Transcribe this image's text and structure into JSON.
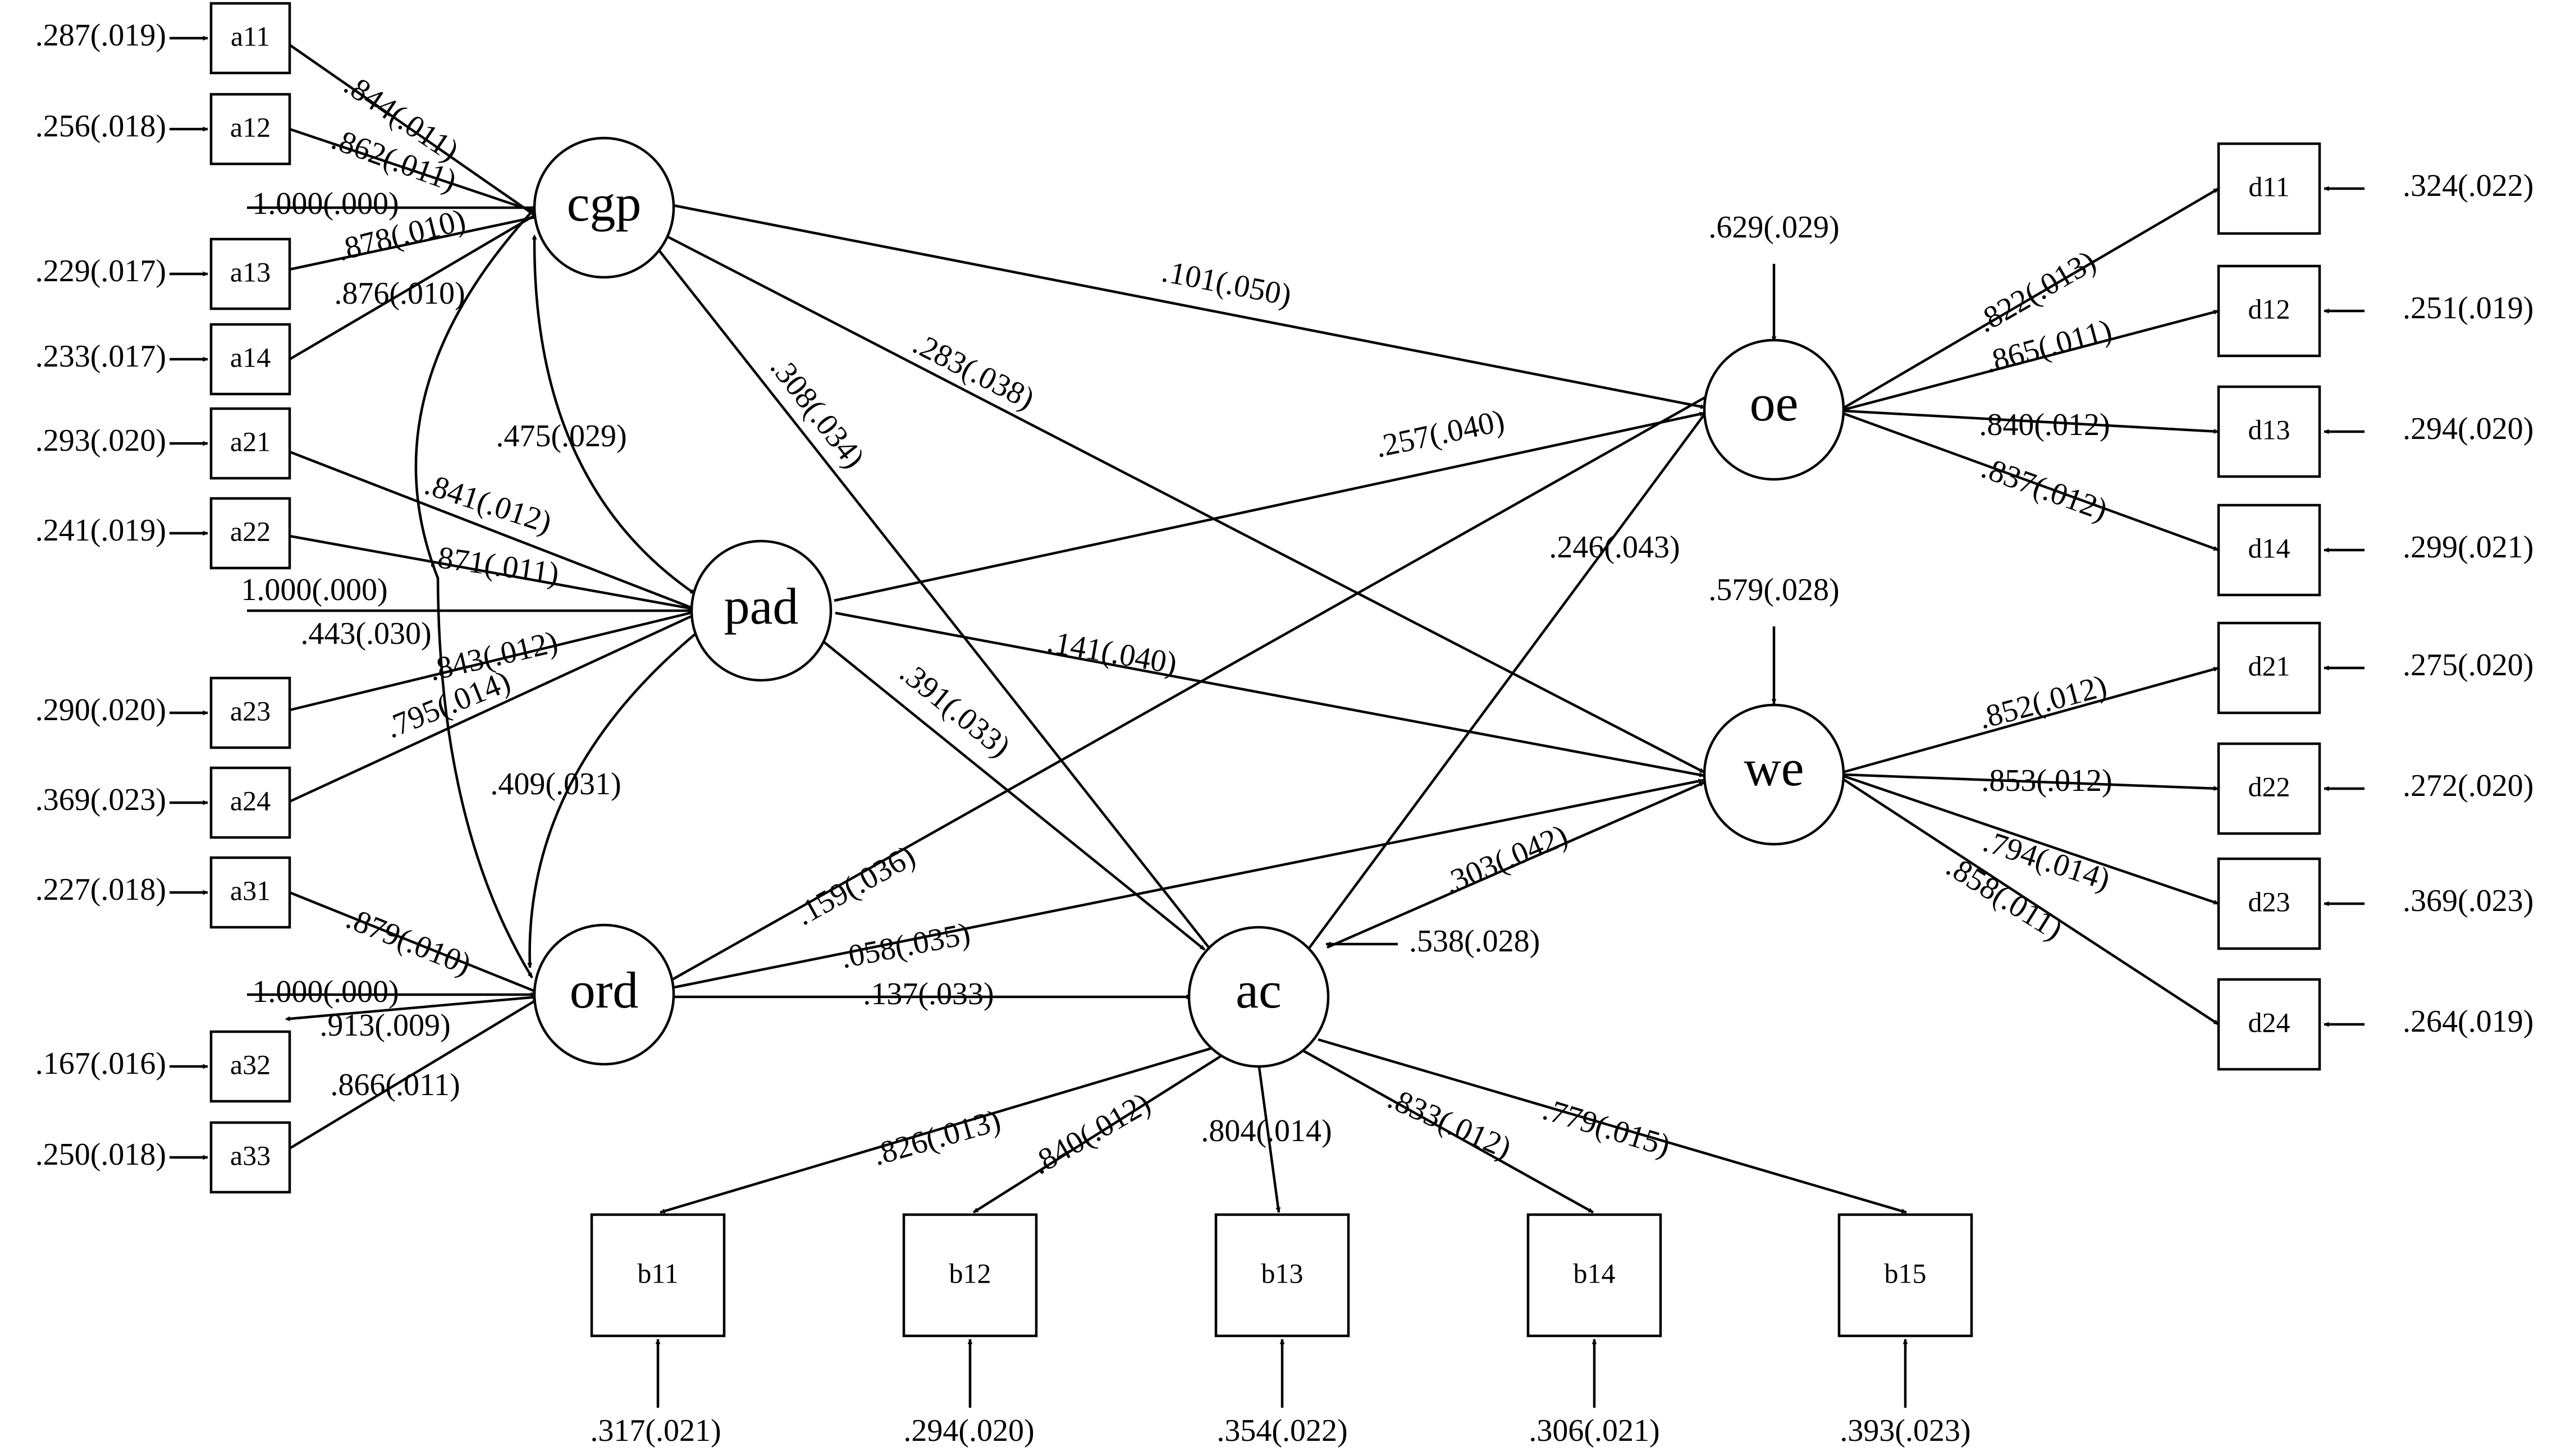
{
  "latent": {
    "cgp": "cgp",
    "pad": "pad",
    "ord": "ord",
    "oe": "oe",
    "we": "we",
    "ac": "ac"
  },
  "indicators": {
    "a11": {
      "name": "a11",
      "loading": ".844(.011)",
      "error": ".287(.019)"
    },
    "a12": {
      "name": "a12",
      "loading": ".862(.011)",
      "error": ".256(.018)"
    },
    "a13": {
      "name": "a13",
      "loading": ".878(.010)",
      "error": ".229(.017)"
    },
    "a14": {
      "name": "a14",
      "loading": ".876(.010)",
      "error": ".233(.017)"
    },
    "a21": {
      "name": "a21",
      "loading": ".841(.012)",
      "error": ".293(.020)"
    },
    "a22": {
      "name": "a22",
      "loading": ".871(.011)",
      "error": ".241(.019)"
    },
    "a23": {
      "name": "a23",
      "loading": ".843(.012)",
      "error": ".290(.020)"
    },
    "a24": {
      "name": "a24",
      "loading": ".795(.014)",
      "error": ".369(.023)"
    },
    "a31": {
      "name": "a31",
      "loading": ".879(.010)",
      "error": ".227(.018)"
    },
    "a32": {
      "name": "a32",
      "loading": ".913(.009)",
      "error": ".167(.016)"
    },
    "a33": {
      "name": "a33",
      "loading": ".866(.011)",
      "error": ".250(.018)"
    },
    "b11": {
      "name": "b11",
      "loading": ".826(.013)",
      "error": ".317(.021)"
    },
    "b12": {
      "name": "b12",
      "loading": ".840(.012)",
      "error": ".294(.020)"
    },
    "b13": {
      "name": "b13",
      "loading": ".804(.014)",
      "error": ".354(.022)"
    },
    "b14": {
      "name": "b14",
      "loading": ".833(.012)",
      "error": ".306(.021)"
    },
    "b15": {
      "name": "b15",
      "loading": ".779(.015)",
      "error": ".393(.023)"
    },
    "d11": {
      "name": "d11",
      "loading": ".822(.013)",
      "error": ".324(.022)"
    },
    "d12": {
      "name": "d12",
      "loading": ".865(.011)",
      "error": ".251(.019)"
    },
    "d13": {
      "name": "d13",
      "loading": ".840(.012)",
      "error": ".294(.020)"
    },
    "d14": {
      "name": "d14",
      "loading": ".837(.012)",
      "error": ".299(.021)"
    },
    "d21": {
      "name": "d21",
      "loading": ".852(.012)",
      "error": ".275(.020)"
    },
    "d22": {
      "name": "d22",
      "loading": ".853(.012)",
      "error": ".272(.020)"
    },
    "d23": {
      "name": "d23",
      "loading": ".794(.014)",
      "error": ".369(.023)"
    },
    "d24": {
      "name": "d24",
      "loading": ".858(.011)",
      "error": ".264(.019)"
    }
  },
  "fixed_loadings": {
    "cgp": "1.000(.000)",
    "pad": "1.000(.000)",
    "ord": "1.000(.000)"
  },
  "correlations": {
    "cgp_pad": ".475(.029)",
    "cgp_ord": ".443(.030)",
    "pad_ord": ".409(.031)"
  },
  "paths": {
    "cgp_oe": ".101(.050)",
    "cgp_we": ".283(.038)",
    "cgp_ac": ".308(.034)",
    "pad_oe": ".257(.040)",
    "pad_we": ".141(.040)",
    "pad_ac": ".391(.033)",
    "ord_oe": ".159(.036)",
    "ord_we": ".058(.035)",
    "ord_ac": ".137(.033)",
    "ac_oe": ".246(.043)",
    "ac_we": ".303(.042)"
  },
  "residuals": {
    "oe": ".629(.029)",
    "we": ".579(.028)",
    "ac": ".538(.028)"
  }
}
